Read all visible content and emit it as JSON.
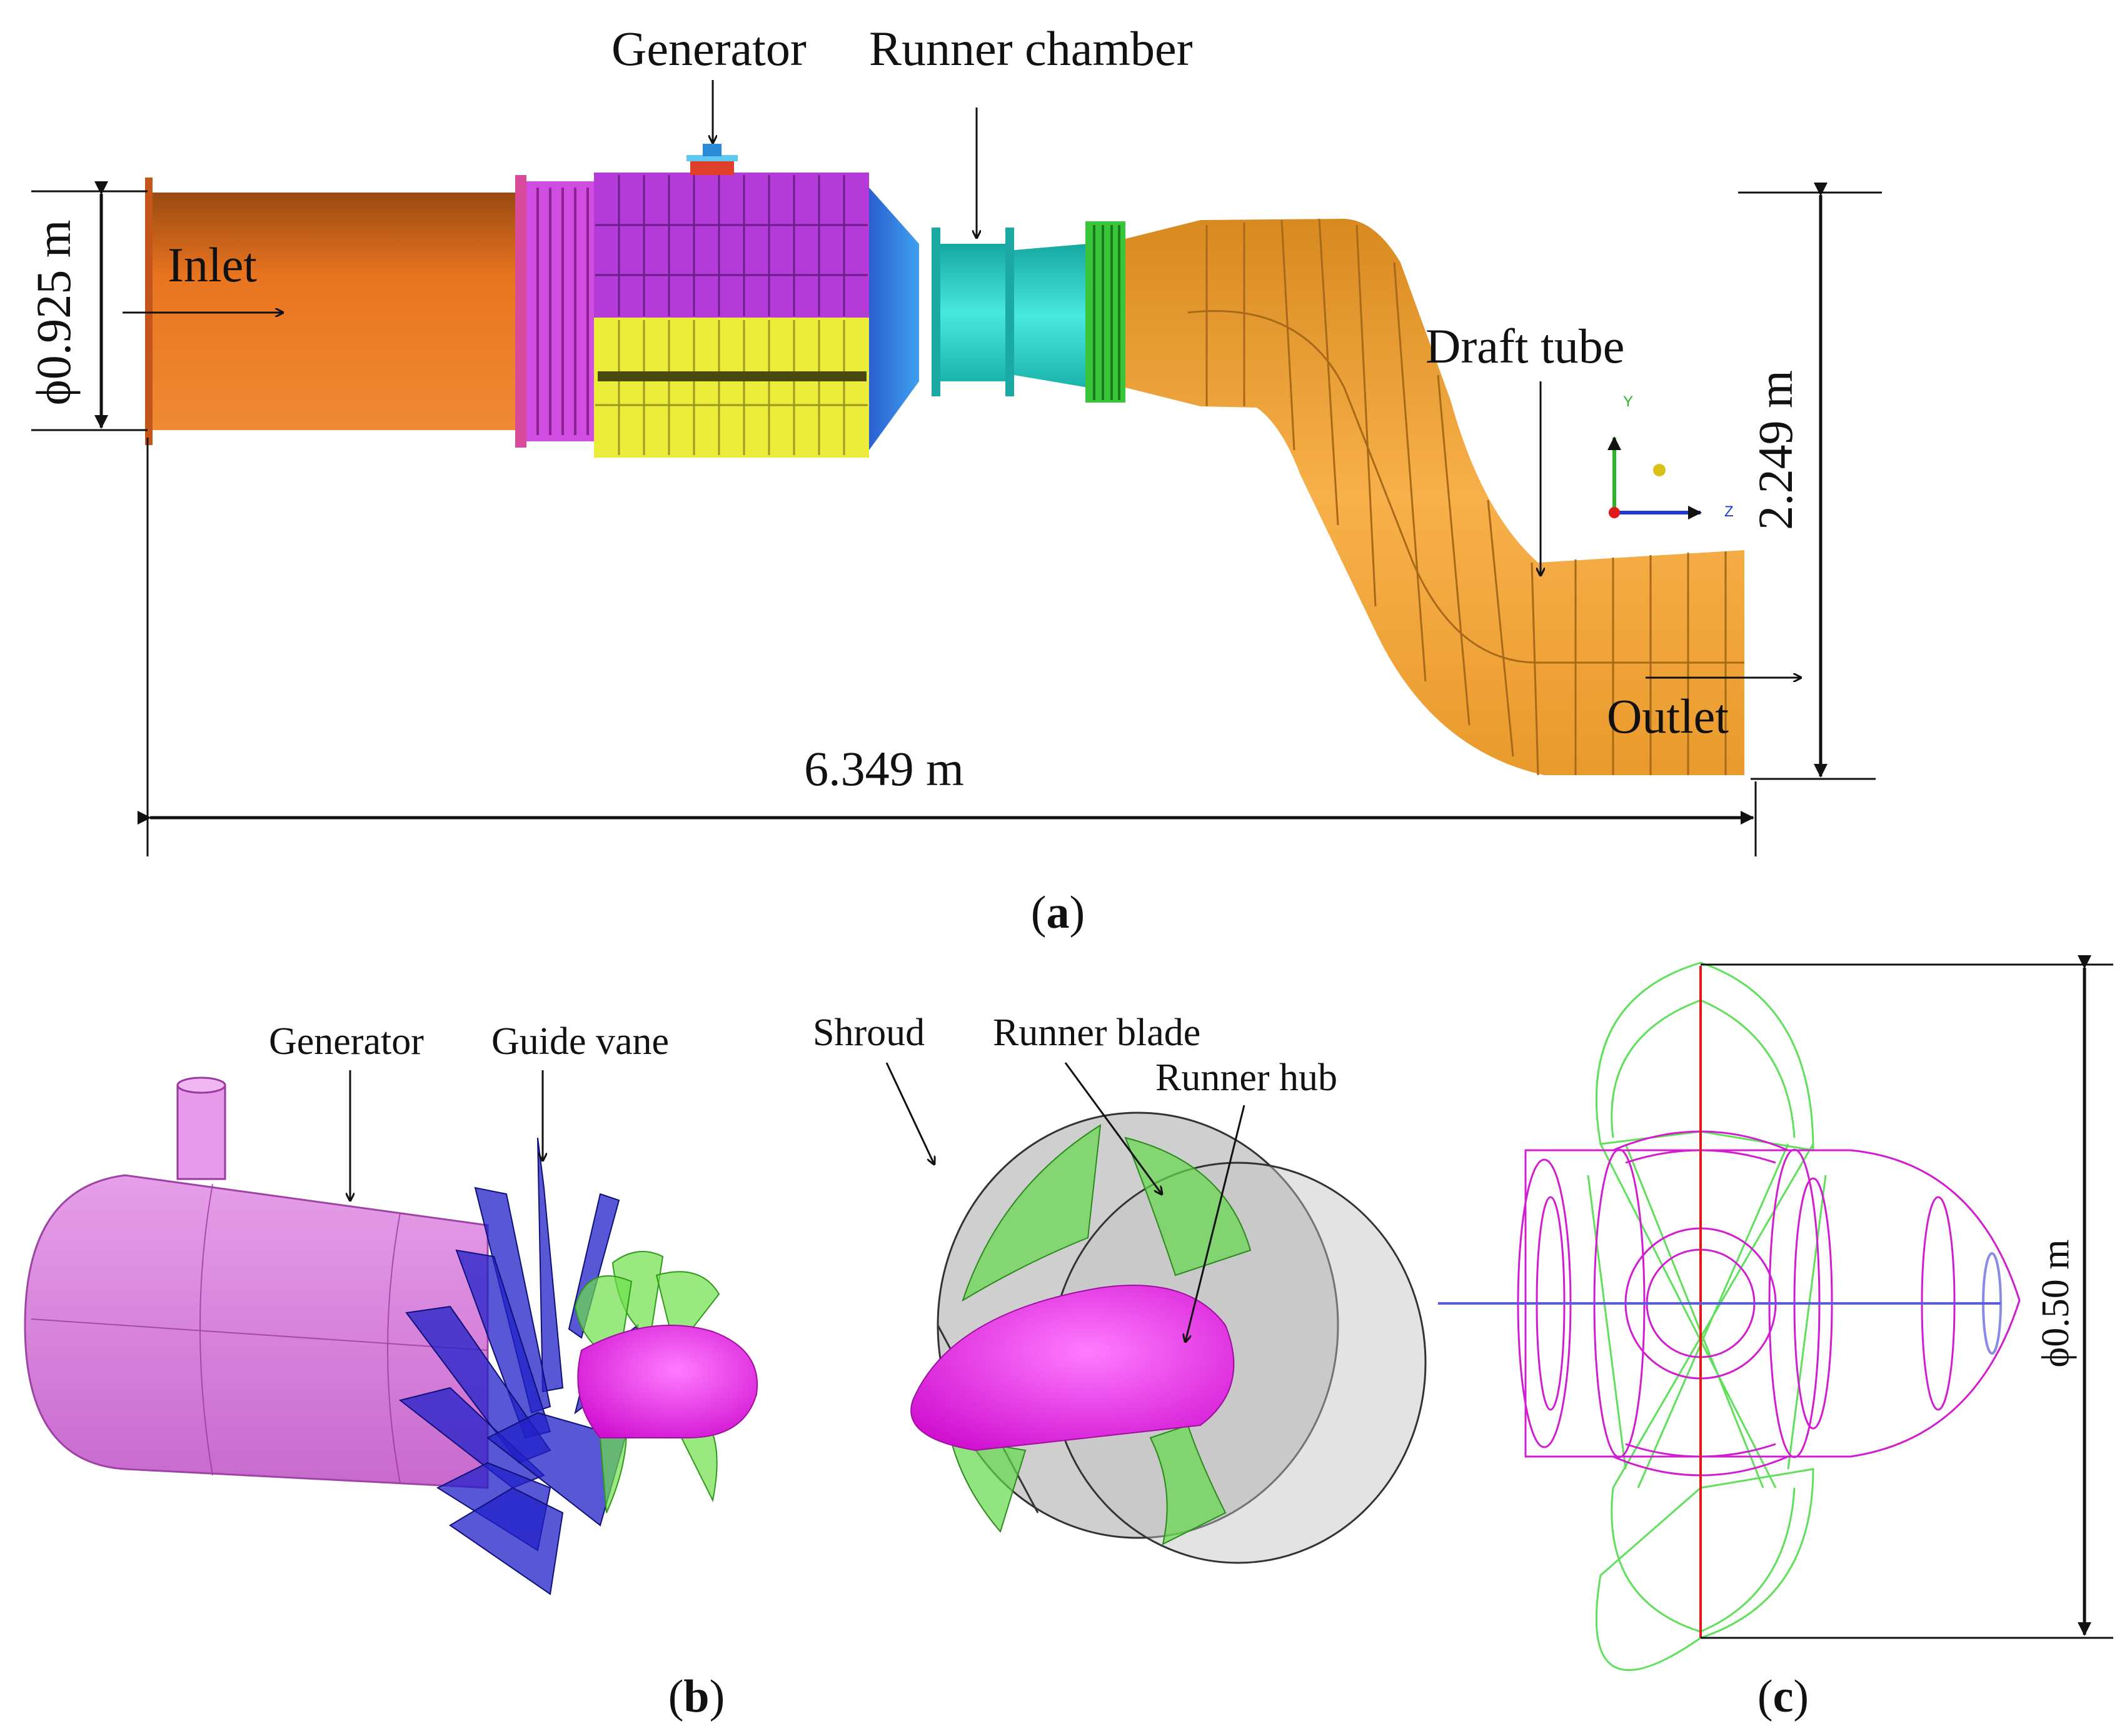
{
  "panel_a": {
    "label_generator": "Generator",
    "label_runner_chamber": "Runner chamber",
    "label_inlet": "Inlet",
    "label_draft_tube": "Draft tube",
    "label_outlet": "Outlet",
    "dim_inlet_diameter": "ϕ0.925 m",
    "dim_height": "2.249 m",
    "dim_length": "6.349 m",
    "axis_y": "Y",
    "axis_z": "Z",
    "caption_open": "(",
    "caption_letter": "a",
    "caption_close": ")"
  },
  "panel_b": {
    "label_generator": "Generator",
    "label_guide_vane": "Guide vane",
    "label_shroud": "Shroud",
    "label_runner_blade": "Runner blade",
    "label_runner_hub": "Runner hub",
    "caption_open": "(",
    "caption_letter": "b",
    "caption_close": ")"
  },
  "panel_c": {
    "dim_diameter": "ϕ0.50 m",
    "caption_open": "(",
    "caption_letter": "c",
    "caption_close": ")"
  },
  "colors": {
    "inlet_orange": "#e8741f",
    "magenta": "#d946e8",
    "yellow": "#ecec3a",
    "blue": "#2d6fe0",
    "cyan": "#2ad6cf",
    "green": "#37d837",
    "draft_orange": "#f4a93a",
    "blade_green": "#7fe05a",
    "hub_magenta": "#f020f0",
    "guide_blue": "#2020c8",
    "shroud_gray": "#9a9a9a"
  }
}
